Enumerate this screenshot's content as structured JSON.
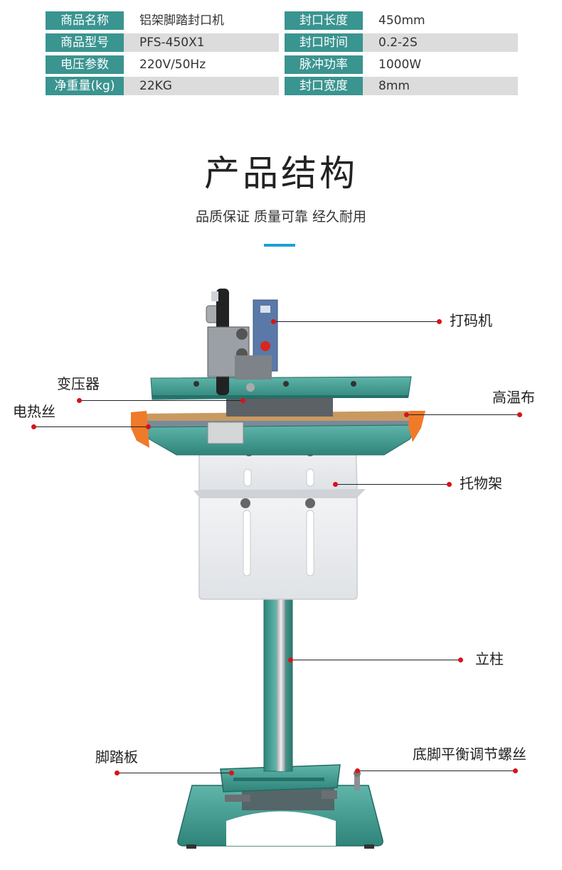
{
  "specs": {
    "left": [
      {
        "key": "商品名称",
        "value": "铝架脚踏封口机"
      },
      {
        "key": "商品型号",
        "value": "PFS-450X1"
      },
      {
        "key": "电压参数",
        "value": "220V/50Hz"
      },
      {
        "key": "净重量(kg)",
        "value": "22KG"
      }
    ],
    "right": [
      {
        "key": "封口长度",
        "value": "450mm"
      },
      {
        "key": "封口时间",
        "value": "0.2-2S"
      },
      {
        "key": "脉冲功率",
        "value": "1000W"
      },
      {
        "key": "封口宽度",
        "value": "8mm"
      }
    ]
  },
  "header": {
    "title": "产品结构",
    "subtitle": "品质保证 质量可靠 经久耐用"
  },
  "parts": {
    "coder": "打码机",
    "transformer": "变压器",
    "heating_wire": "电热丝",
    "teflon_cloth": "高温布",
    "tray": "托物架",
    "column": "立柱",
    "pedal": "脚踏板",
    "leveling_screw": "底脚平衡调节螺丝"
  },
  "colors": {
    "machine_green": "#3f9a8e",
    "table_key": "#3a9490",
    "accent": "#1ea0d6",
    "callout_dot": "#d8131b",
    "clamp_orange": "#ef7a2a"
  }
}
